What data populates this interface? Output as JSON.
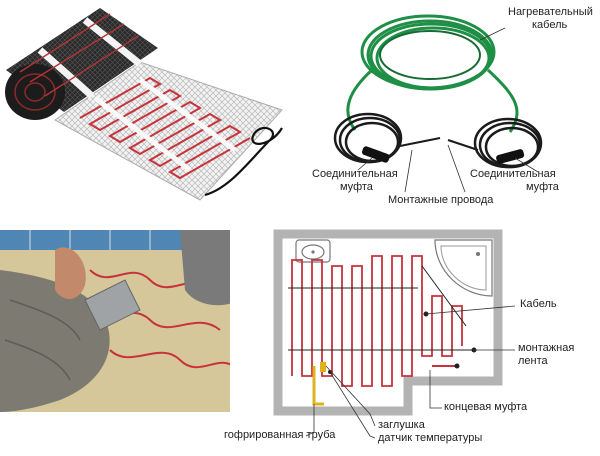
{
  "cable_figure": {
    "heating_cable_line1": "Нагревательный",
    "heating_cable_line2": "кабель",
    "coupling_left_line1": "Соединительная",
    "coupling_left_line2": "муфта",
    "coupling_right_line1": "Соединительная",
    "coupling_right_line2": "муфта",
    "mounting_wires": "Монтажные провода"
  },
  "plan_figure": {
    "cable": "Кабель",
    "tape_line1": "монтажная",
    "tape_line2": "лента",
    "end_coupling": "концевая муфта",
    "plug": "заглушка",
    "temp_sensor": "датчик температуры",
    "corrugated_pipe": "гофрированная труба"
  },
  "colors": {
    "heating_cable": "#1f8f46",
    "mounting_wire": "#1b1b1b",
    "wall": "#b3b3b3",
    "cable_serpentine": "#c8323a",
    "pipe": "#e0b21c"
  }
}
